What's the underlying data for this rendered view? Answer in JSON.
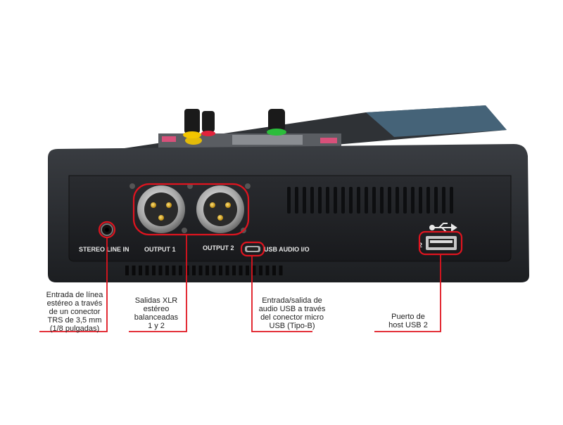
{
  "device": {
    "panel_labels": {
      "stereo_line_in": "STEREO LINE IN",
      "output_1": "OUTPUT 1",
      "output_2": "OUTPUT 2",
      "usb_audio": "USB AUDIO I/O",
      "usb_host_number": "2"
    },
    "knob_colors": [
      "#f2c500",
      "#e2233c",
      "#2bbd3b"
    ],
    "highlight_color": "#e0141f"
  },
  "callouts": {
    "line_in": "Entrada de línea\nestéreo a través\nde un conector\nTRS de 3,5 mm\n(1/8 pulgadas)",
    "xlr_outputs": "Salidas XLR\nestéreo\nbalanceadas\n1 y 2",
    "usb_audio": "Entrada/salida de\naudio USB a través\ndel conector micro\nUSB (Tipo-B)",
    "usb_host": "Puerto de\nhost USB 2"
  }
}
